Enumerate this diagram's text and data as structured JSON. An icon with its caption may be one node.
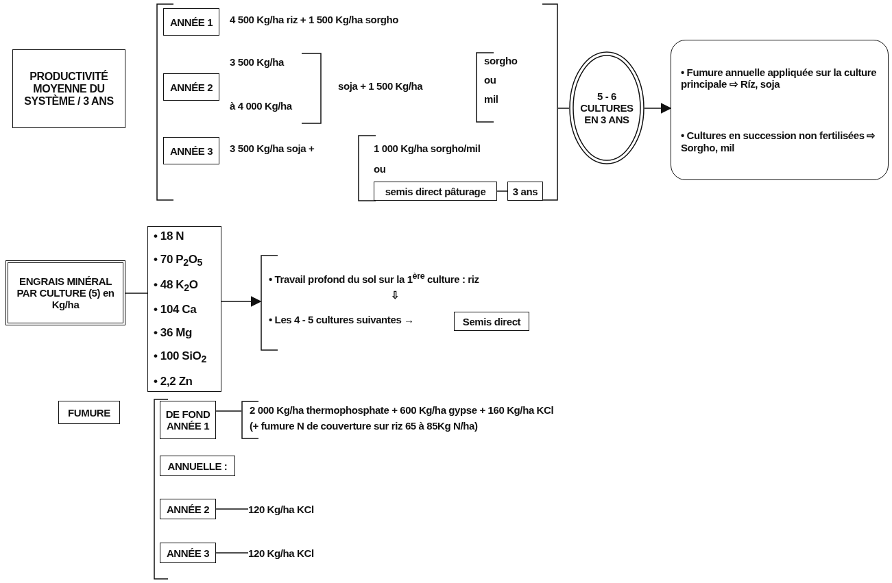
{
  "diagram": {
    "nodes": [
      {
        "text": [
          "PRODUCTIVITÉ MOYENNE DU SYSTÈME / 3 ANS"
        ]
      },
      {
        "text": [],
        "shape": "bracket"
      },
      {
        "text": [
          "ANNÉE 1"
        ],
        "in": 1
      },
      {
        "text": [
          "ANNÉE 2"
        ],
        "in": 1
      },
      {
        "text": [
          "ANNÉE 3"
        ],
        "in": 1
      },
      {
        "text": [
          "semis direct pâturage"
        ],
        "in": 1
      },
      {
        "text": [
          "3 ans"
        ],
        "in": 1
      },
      {
        "text": [
          "5 - 6 CULTURES EN 3 ANS"
        ]
      },
      {
        "text": [
          "• Fumure annuelle appliquée sur la culture principale ⇨ Ríz, soja",
          "• Cultures en succession non fertilisées ⇨ Sorgho, mil"
        ]
      },
      {
        "text": [
          "ENGRAIS MINÉRAL PAR CULTURE (5) en Kg/ha"
        ]
      },
      {
        "text": [
          "• 18 N",
          "• 70 P$_{2}$O$_{5}$",
          "• 48 K$_{2}$O",
          "• 104 Ca",
          "• 36 Mg",
          "• 100 SiO$_{2}$",
          "• 2,2 Zn"
        ]
      },
      {
        "text": [
          "• Travail profond du sol sur la 1$^{ère}$ culture : riz",
          "⇩",
          "• Les 4 - 5 cultures suivantes →"
        ]
      },
      {
        "text": [
          "Semis direct"
        ],
        "in": 11
      },
      {
        "text": [
          "FUMURE"
        ]
      },
      {
        "text": [
          "DE FOND ANNÉE 1"
        ]
      },
      {
        "text": [
          "2 000 Kg/ha thermophosphate + 600 Kg/ha gypse + 160 Kg/ha KCl",
          "(+ fumure N de couverture sur riz 65 à 85Kg N/ha)"
        ]
      },
      {
        "text": [
          "ANNUELLE :"
        ]
      },
      {
        "text": [
          "ANNÉE 2"
        ]
      },
      {
        "text": [
          "120 Kg/ha KCl"
        ]
      },
      {
        "text": [
          "ANNÉE 3"
        ]
      },
      {
        "text": [
          "120 Kg/ha KCl"
        ]
      }
    ],
    "edges": [
      {
        "from": 1,
        "to": 7,
        "arrow": "none"
      },
      {
        "from": 7,
        "to": 8,
        "arrow": "to"
      },
      {
        "from": 5,
        "to": 6,
        "arrow": "none"
      },
      {
        "from": 9,
        "to": 10,
        "arrow": "none"
      },
      {
        "from": 10,
        "to": 11,
        "arrow": "to"
      },
      {
        "from": 14,
        "to": 15,
        "arrow": "none"
      },
      {
        "from": 17,
        "to": 18,
        "arrow": "none"
      },
      {
        "from": 19,
        "to": 20,
        "arrow": "none"
      }
    ],
    "labels": [
      "4 500 Kg/ha riz + 1 500 Kg/ha sorgho",
      "3 500 Kg/ha",
      "soja + 1 500 Kg/ha",
      "sorgho",
      "ou",
      "mil",
      "à 4 000 Kg/ha",
      "3 500 Kg/ha soja +",
      "1 000 Kg/ha sorgho/mil",
      "ou"
    ]
  }
}
